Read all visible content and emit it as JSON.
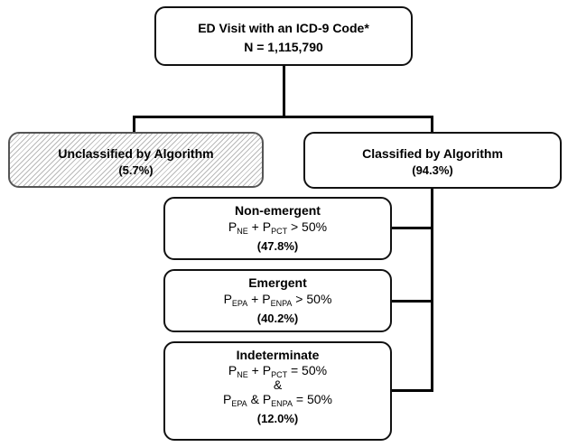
{
  "root": {
    "title": "ED Visit with an ICD-9 Code*",
    "n": "N = 1,115,790"
  },
  "unclassified": {
    "title": "Unclassified by Algorithm",
    "pct": "(5.7%)"
  },
  "classified": {
    "title": "Classified by Algorithm",
    "pct": "(94.3%)"
  },
  "nonemergent": {
    "title": "Non-emergent",
    "p1": "P",
    "s1": "NE",
    "op": " + ",
    "p2": "P",
    "s2": "PCT",
    "cond": " > 50%",
    "pct": "(47.8%)"
  },
  "emergent": {
    "title": "Emergent",
    "p1": "P",
    "s1": "EPA",
    "op": " + ",
    "p2": "P",
    "s2": "ENPA",
    "cond": " > 50%",
    "pct": "(40.2%)"
  },
  "indeterminate": {
    "title": "Indeterminate",
    "l1_p1": "P",
    "l1_s1": "NE",
    "l1_op": " + ",
    "l1_p2": "P",
    "l1_s2": "PCT",
    "l1_cond": " = 50%",
    "amp": "&",
    "l2_p1": "P",
    "l2_s1": "EPA",
    "l2_op": " & ",
    "l2_p2": "P",
    "l2_s2": "ENPA",
    "l2_cond": " = 50%",
    "pct": "(12.0%)"
  },
  "colors": {
    "line": "#000000",
    "border": "#111111",
    "hatch": "#b9b9b9"
  }
}
